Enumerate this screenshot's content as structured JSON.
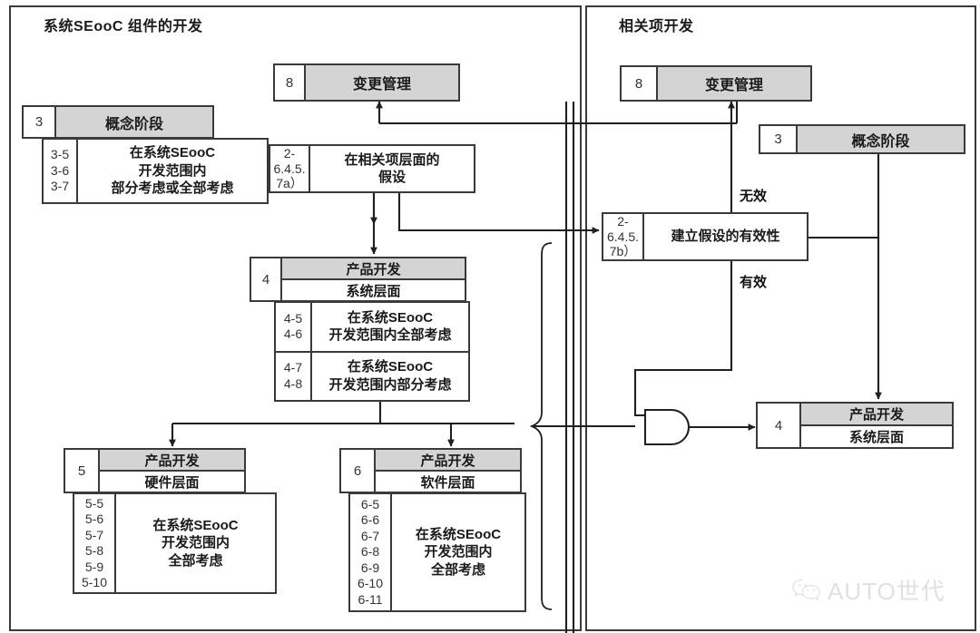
{
  "panels": {
    "left": {
      "title": "系统SEooC 组件的开发"
    },
    "right": {
      "title": "相关项开发"
    }
  },
  "left_panel": {
    "change_mgmt": {
      "num": "8",
      "title": "变更管理"
    },
    "concept": {
      "num": "3",
      "title": "概念阶段"
    },
    "concept_detail": {
      "clauses": [
        "3-5",
        "3-6",
        "3-7"
      ],
      "line1": "在系统SEooC",
      "line2": "开发范围内",
      "line3": "部分考虑或全部考虑"
    },
    "assumption": {
      "clause_lines": [
        "2-",
        "6.4.5.",
        "7a）"
      ],
      "line1": "在相关项层面的",
      "line2": "假设"
    },
    "product_system": {
      "num": "4",
      "title": "产品开发",
      "subtitle": "系统层面"
    },
    "product_system_detail": {
      "row1": {
        "clauses": [
          "4-5",
          "4-6"
        ],
        "line1": "在系统SEooC",
        "line2": "开发范围内全部考虑"
      },
      "row2": {
        "clauses": [
          "4-7",
          "4-8"
        ],
        "line1": "在系统SEooC",
        "line2": "开发范围内部分考虑"
      }
    },
    "product_hardware": {
      "num": "5",
      "title": "产品开发",
      "subtitle": "硬件层面"
    },
    "product_hardware_detail": {
      "clauses": [
        "5-5",
        "5-6",
        "5-7",
        "5-8",
        "5-9",
        "5-10"
      ],
      "line1": "在系统SEooC",
      "line2": "开发范围内",
      "line3": "全部考虑"
    },
    "product_software": {
      "num": "6",
      "title": "产品开发",
      "subtitle": "软件层面"
    },
    "product_software_detail": {
      "clauses": [
        "6-5",
        "6-6",
        "6-7",
        "6-8",
        "6-9",
        "6-10",
        "6-11"
      ],
      "line1": "在系统SEooC",
      "line2": "开发范围内",
      "line3": "全部考虑"
    }
  },
  "right_panel": {
    "change_mgmt": {
      "num": "8",
      "title": "变更管理"
    },
    "concept": {
      "num": "3",
      "title": "概念阶段"
    },
    "validity": {
      "clause_lines": [
        "2-",
        "6.4.5.",
        "7b）"
      ],
      "text": "建立假设的有效性"
    },
    "product_system": {
      "num": "4",
      "title": "产品开发",
      "subtitle": "系统层面"
    },
    "labels": {
      "invalid": "无效",
      "valid": "有效"
    }
  },
  "watermark": {
    "text": "AUTO世代",
    "icon": "wechat-icon"
  },
  "colors": {
    "header_fill": "#d4d4d4",
    "stroke": "#3a3a3a",
    "line": "#1f1f1f"
  }
}
